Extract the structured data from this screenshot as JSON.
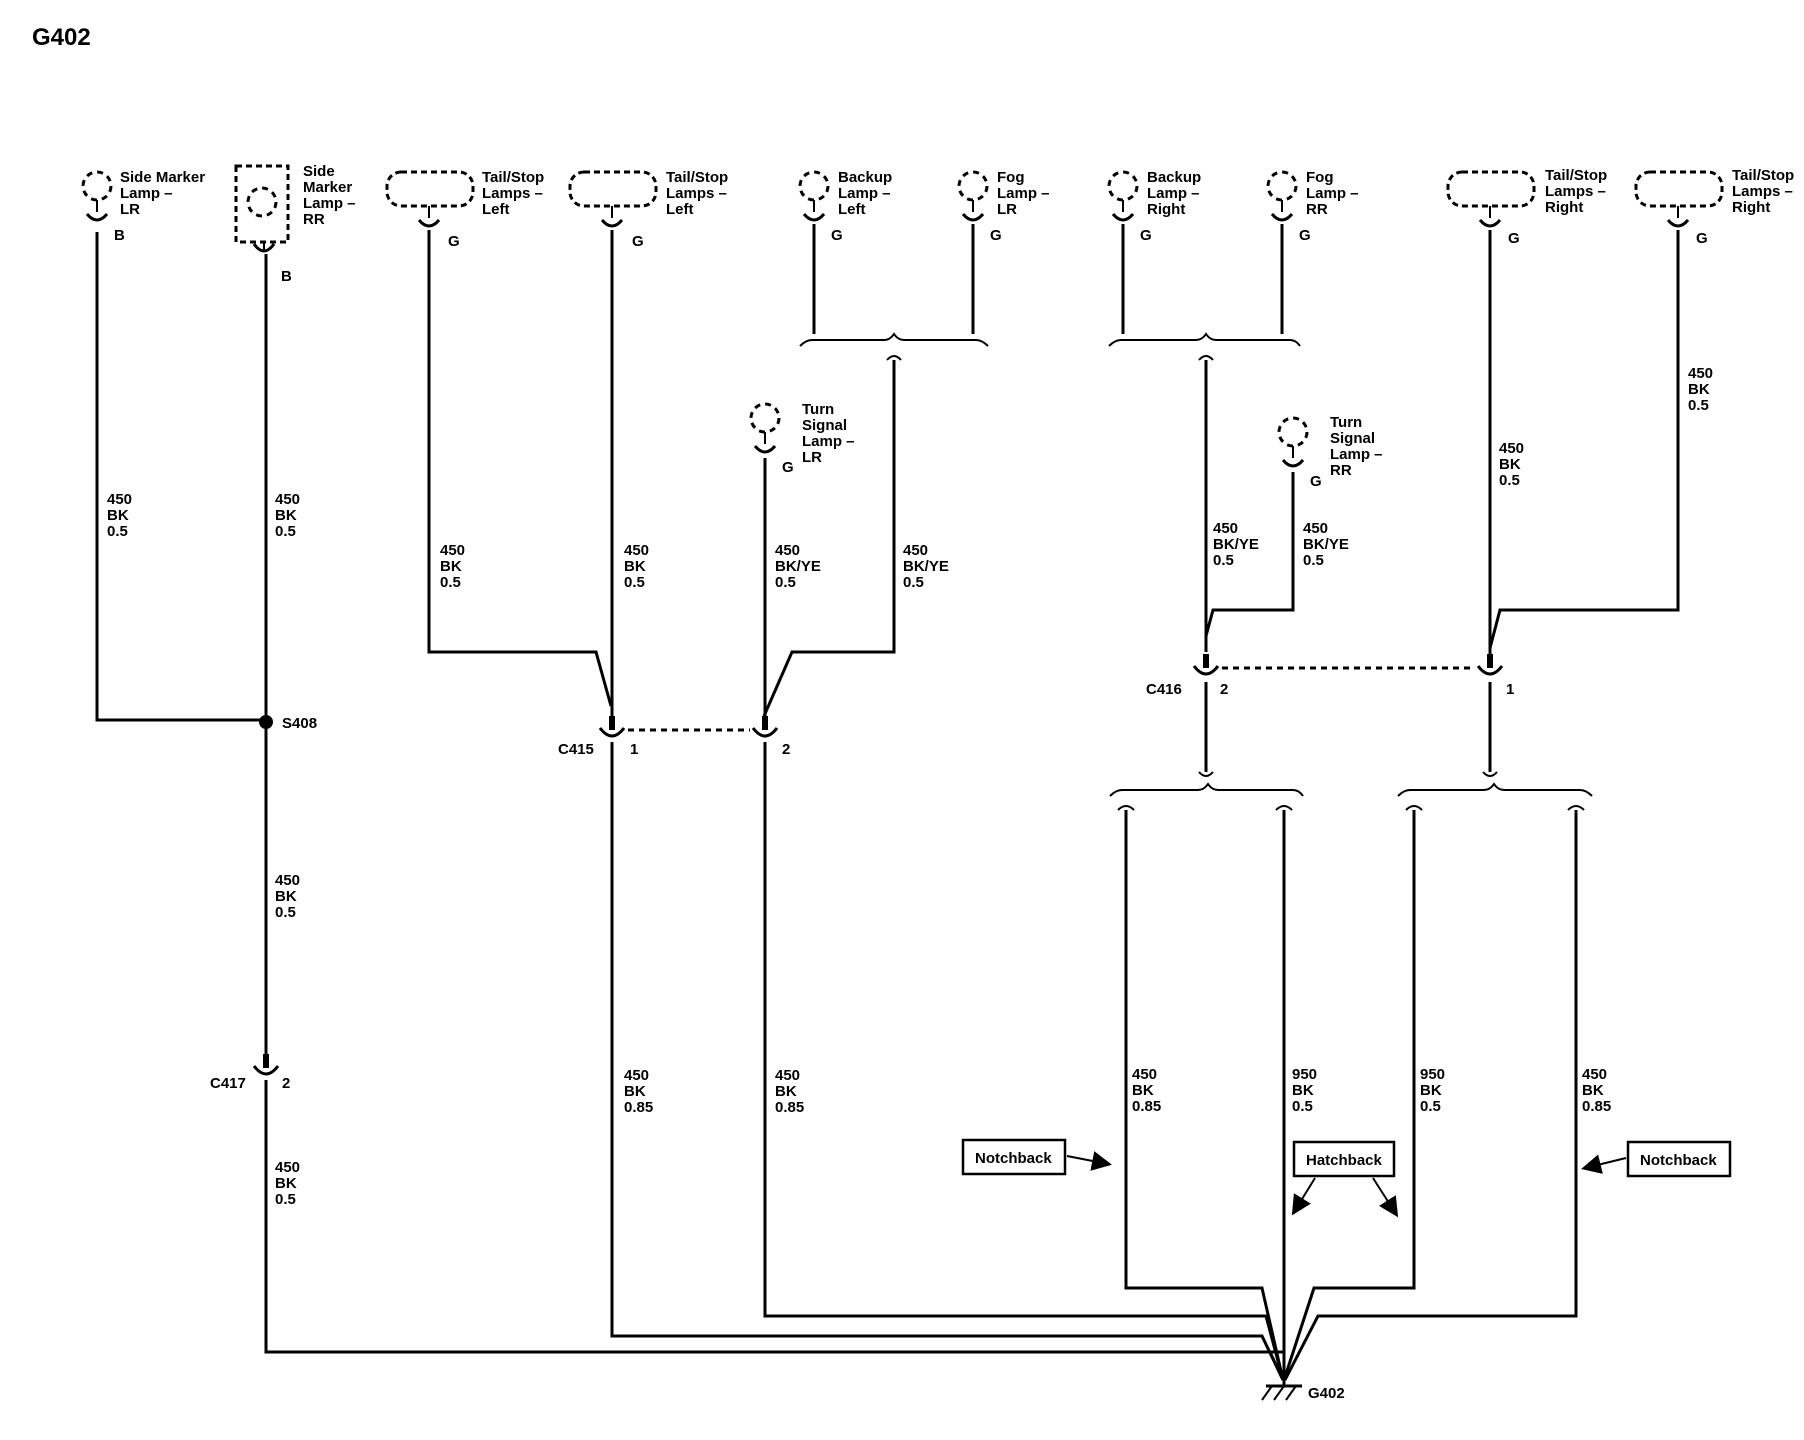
{
  "title": "G402",
  "components": [
    {
      "name_lines": [
        "Side Marker",
        "Lamp –",
        "LR"
      ],
      "pin": "B"
    },
    {
      "name_lines": [
        "Side",
        "Marker",
        "Lamp –",
        "RR"
      ],
      "pin": "B"
    },
    {
      "name_lines": [
        "Tail/Stop",
        "Lamps –",
        "Left"
      ],
      "pin": "G"
    },
    {
      "name_lines": [
        "Tail/Stop",
        "Lamps –",
        "Left"
      ],
      "pin": "G"
    },
    {
      "name_lines": [
        "Backup",
        "Lamp –",
        "Left"
      ],
      "pin": "G"
    },
    {
      "name_lines": [
        "Fog",
        "Lamp –",
        "LR"
      ],
      "pin": "G"
    },
    {
      "name_lines": [
        "Backup",
        "Lamp –",
        "Right"
      ],
      "pin": "G"
    },
    {
      "name_lines": [
        "Fog",
        "Lamp –",
        "RR"
      ],
      "pin": "G"
    },
    {
      "name_lines": [
        "Tail/Stop",
        "Lamps –",
        "Right"
      ],
      "pin": "G"
    },
    {
      "name_lines": [
        "Tail/Stop",
        "Lamps –",
        "Right"
      ],
      "pin": "G"
    },
    {
      "name_lines": [
        "Turn",
        "Signal",
        "Lamp –",
        "LR"
      ],
      "pin": "G"
    },
    {
      "name_lines": [
        "Turn",
        "Signal",
        "Lamp –",
        "RR"
      ],
      "pin": "G"
    }
  ],
  "wires": [
    [
      "450",
      "BK",
      "0.5"
    ],
    [
      "450",
      "BK",
      "0.5"
    ],
    [
      "450",
      "BK",
      "0.5"
    ],
    [
      "450",
      "BK",
      "0.5"
    ],
    [
      "450",
      "BK/YE",
      "0.5"
    ],
    [
      "450",
      "BK/YE",
      "0.5"
    ],
    [
      "450",
      "BK/YE",
      "0.5"
    ],
    [
      "450",
      "BK/YE",
      "0.5"
    ],
    [
      "450",
      "BK",
      "0.5"
    ],
    [
      "450",
      "BK",
      "0.5"
    ],
    [
      "450",
      "BK",
      "0.5"
    ],
    [
      "450",
      "BK",
      "0.5"
    ],
    [
      "450",
      "BK",
      "0.85"
    ],
    [
      "450",
      "BK",
      "0.85"
    ],
    [
      "450",
      "BK",
      "0.85"
    ],
    [
      "950",
      "BK",
      "0.5"
    ],
    [
      "950",
      "BK",
      "0.5"
    ],
    [
      "450",
      "BK",
      "0.85"
    ]
  ],
  "connectors": [
    {
      "name": "C415",
      "pins": [
        "1",
        "2"
      ]
    },
    {
      "name": "C416",
      "pins": [
        "2",
        "1"
      ]
    },
    {
      "name": "C417",
      "pins": [
        "2"
      ]
    }
  ],
  "splice": "S408",
  "ground": "G402",
  "notes": [
    "Notchback",
    "Hatchback",
    "Notchback"
  ]
}
